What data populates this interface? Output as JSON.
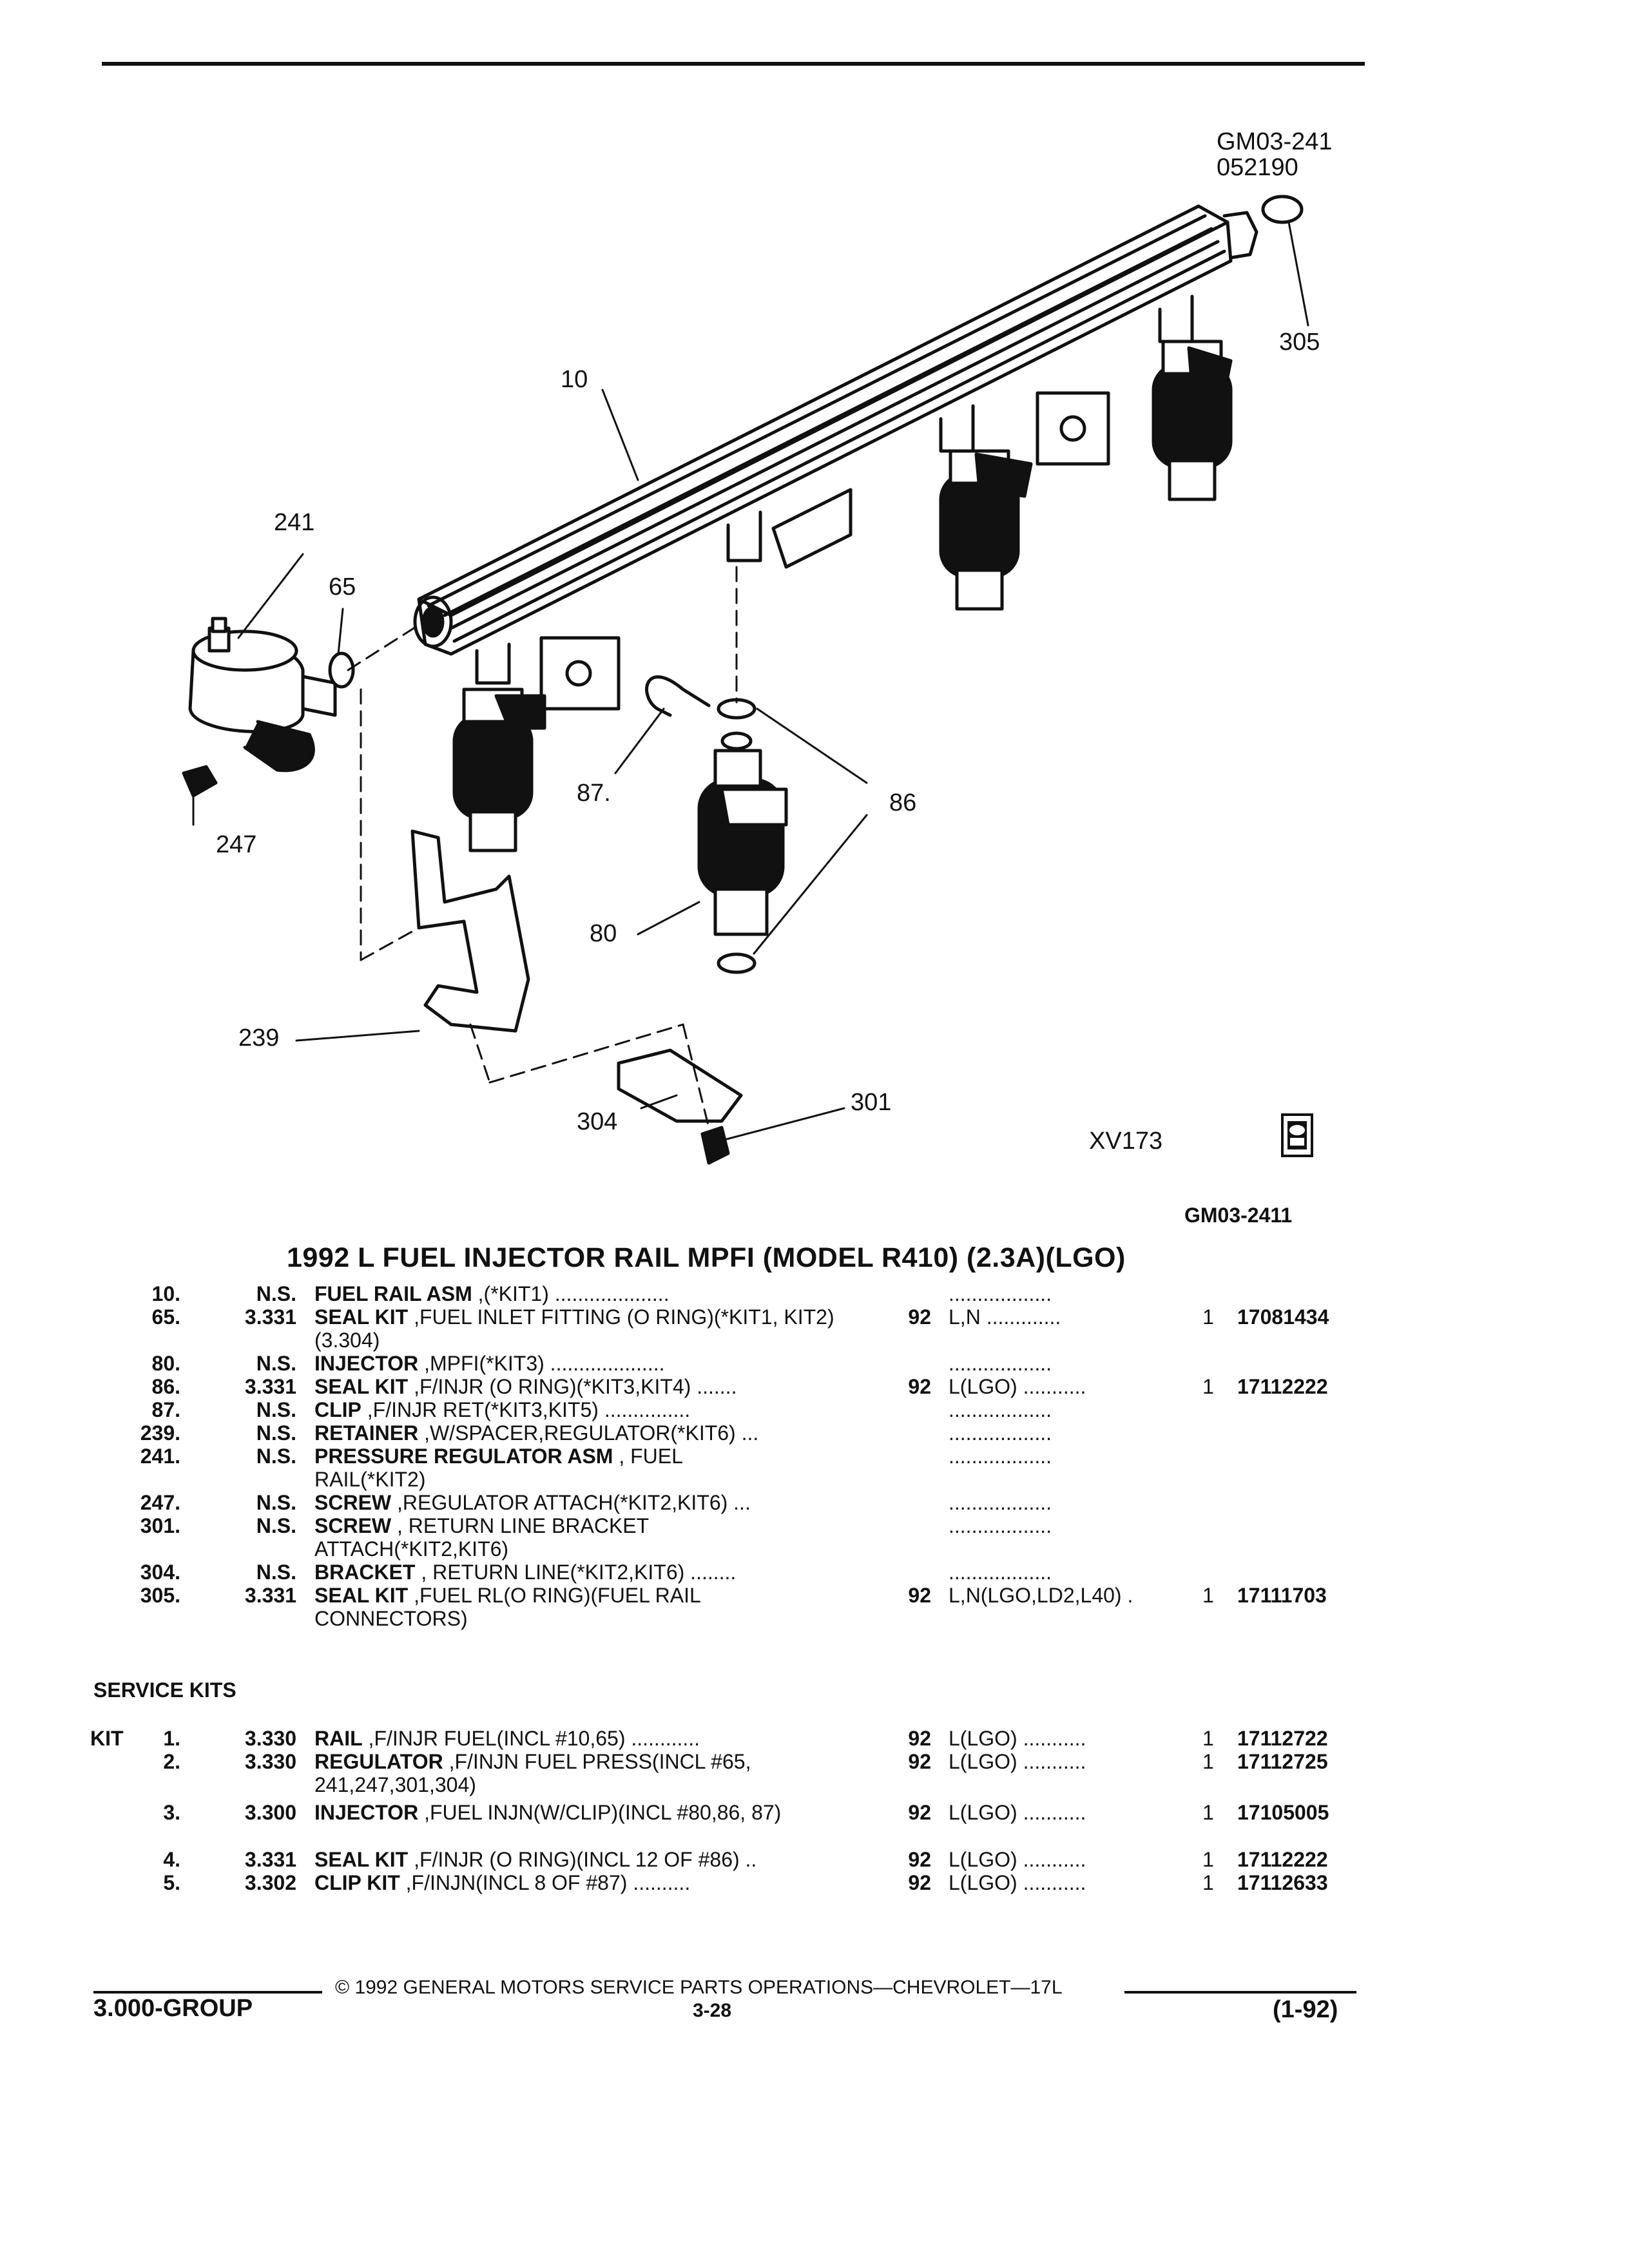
{
  "page": {
    "figure_code": "GM03-241",
    "figure_date": "052190",
    "illustration_code": "XV173",
    "figure_ref": "GM03-2411",
    "title": "1992 L FUEL INJECTOR RAIL MPFI (MODEL R410) (2.3A)(LGO)"
  },
  "callouts": {
    "c10": "10",
    "c65": "65",
    "c80": "80",
    "c86": "86",
    "c87": "87.",
    "c239": "239",
    "c241": "241",
    "c247": "247",
    "c301": "301",
    "c304": "304",
    "c305": "305"
  },
  "rows": [
    {
      "ref": "10.",
      "group": "N.S.",
      "name": "FUEL RAIL ASM",
      "desc": " ,(*KIT1)",
      "dots": " ....................",
      "year": "",
      "usage": "..................",
      "qty": "",
      "part": ""
    },
    {
      "ref": "65.",
      "group": "3.331",
      "name": "SEAL KIT",
      "desc": " ,FUEL INLET FITTING (O RING)(*KIT1, KIT2)(3.304)",
      "dots": "",
      "year": "92",
      "usage": "L,N .............",
      "qty": "1",
      "part": "17081434"
    },
    {
      "ref": "80.",
      "group": "N.S.",
      "name": "INJECTOR",
      "desc": " ,MPFI(*KIT3)",
      "dots": " ....................",
      "year": "",
      "usage": "..................",
      "qty": "",
      "part": ""
    },
    {
      "ref": "86.",
      "group": "3.331",
      "name": "SEAL KIT",
      "desc": " ,F/INJR (O RING)(*KIT3,KIT4)",
      "dots": " .......",
      "year": "92",
      "usage": "L(LGO) ...........",
      "qty": "1",
      "part": "17112222"
    },
    {
      "ref": "87.",
      "group": "N.S.",
      "name": "CLIP",
      "desc": " ,F/INJR RET(*KIT3,KIT5)",
      "dots": " ...............",
      "year": "",
      "usage": "..................",
      "qty": "",
      "part": ""
    },
    {
      "ref": "239.",
      "group": "N.S.",
      "name": "RETAINER",
      "desc": " ,W/SPACER,REGULATOR(*KIT6)",
      "dots": " ...",
      "year": "",
      "usage": "..................",
      "qty": "",
      "part": ""
    },
    {
      "ref": "241.",
      "group": "N.S.",
      "name": "PRESSURE REGULATOR ASM",
      "desc": " , FUEL RAIL(*KIT2)",
      "dots": "",
      "year": "",
      "usage": "..................",
      "qty": "",
      "part": ""
    },
    {
      "ref": "247.",
      "group": "N.S.",
      "name": "SCREW",
      "desc": " ,REGULATOR ATTACH(*KIT2,KIT6)",
      "dots": " ...",
      "year": "",
      "usage": "..................",
      "qty": "",
      "part": ""
    },
    {
      "ref": "301.",
      "group": "N.S.",
      "name": "SCREW",
      "desc": " , RETURN LINE BRACKET ATTACH(*KIT2,KIT6)",
      "dots": "",
      "year": "",
      "usage": "..................",
      "qty": "",
      "part": ""
    },
    {
      "ref": "304.",
      "group": "N.S.",
      "name": "BRACKET",
      "desc": " , RETURN LINE(*KIT2,KIT6)",
      "dots": " ........",
      "year": "",
      "usage": "..................",
      "qty": "",
      "part": ""
    },
    {
      "ref": "305.",
      "group": "3.331",
      "name": "SEAL KIT",
      "desc": " ,FUEL RL(O RING)(FUEL RAIL CONNECTORS)",
      "dots": "",
      "year": "92",
      "usage": "L,N(LGO,LD2,L40) .",
      "qty": "1",
      "part": "17111703"
    }
  ],
  "service_kits": {
    "heading": "SERVICE KITS",
    "kit_label": "KIT",
    "rows": [
      {
        "ref": "1.",
        "group": "3.330",
        "name": "RAIL",
        "desc": " ,F/INJR FUEL(INCL #10,65)",
        "dots": " ............",
        "year": "92",
        "usage": "L(LGO) ...........",
        "qty": "1",
        "part": "17112722"
      },
      {
        "ref": "2.",
        "group": "3.330",
        "name": "REGULATOR",
        "desc": " ,F/INJN FUEL PRESS(INCL #65, 241,247,301,304)",
        "dots": "",
        "year": "92",
        "usage": "L(LGO) ...........",
        "qty": "1",
        "part": "17112725"
      },
      {
        "ref": "3.",
        "group": "3.300",
        "name": "INJECTOR",
        "desc": " ,FUEL INJN(W/CLIP)(INCL #80,86, 87)",
        "dots": "",
        "year": "92",
        "usage": "L(LGO) ...........",
        "qty": "1",
        "part": "17105005"
      },
      {
        "ref": "4.",
        "group": "3.331",
        "name": "SEAL KIT",
        "desc": " ,F/INJR (O RING)(INCL 12 OF #86)",
        "dots": " ..",
        "year": "92",
        "usage": "L(LGO) ...........",
        "qty": "1",
        "part": "17112222"
      },
      {
        "ref": "5.",
        "group": "3.302",
        "name": "CLIP KIT",
        "desc": " ,F/INJN(INCL 8 OF #87)",
        "dots": " ..........",
        "year": "92",
        "usage": "L(LGO) ...........",
        "qty": "1",
        "part": "17112633"
      }
    ]
  },
  "footer": {
    "copyright": "© 1992 GENERAL MOTORS SERVICE PARTS OPERATIONS—CHEVROLET—17L",
    "group": "3.000-GROUP",
    "page_num": "3-28",
    "date": "(1-92)"
  }
}
